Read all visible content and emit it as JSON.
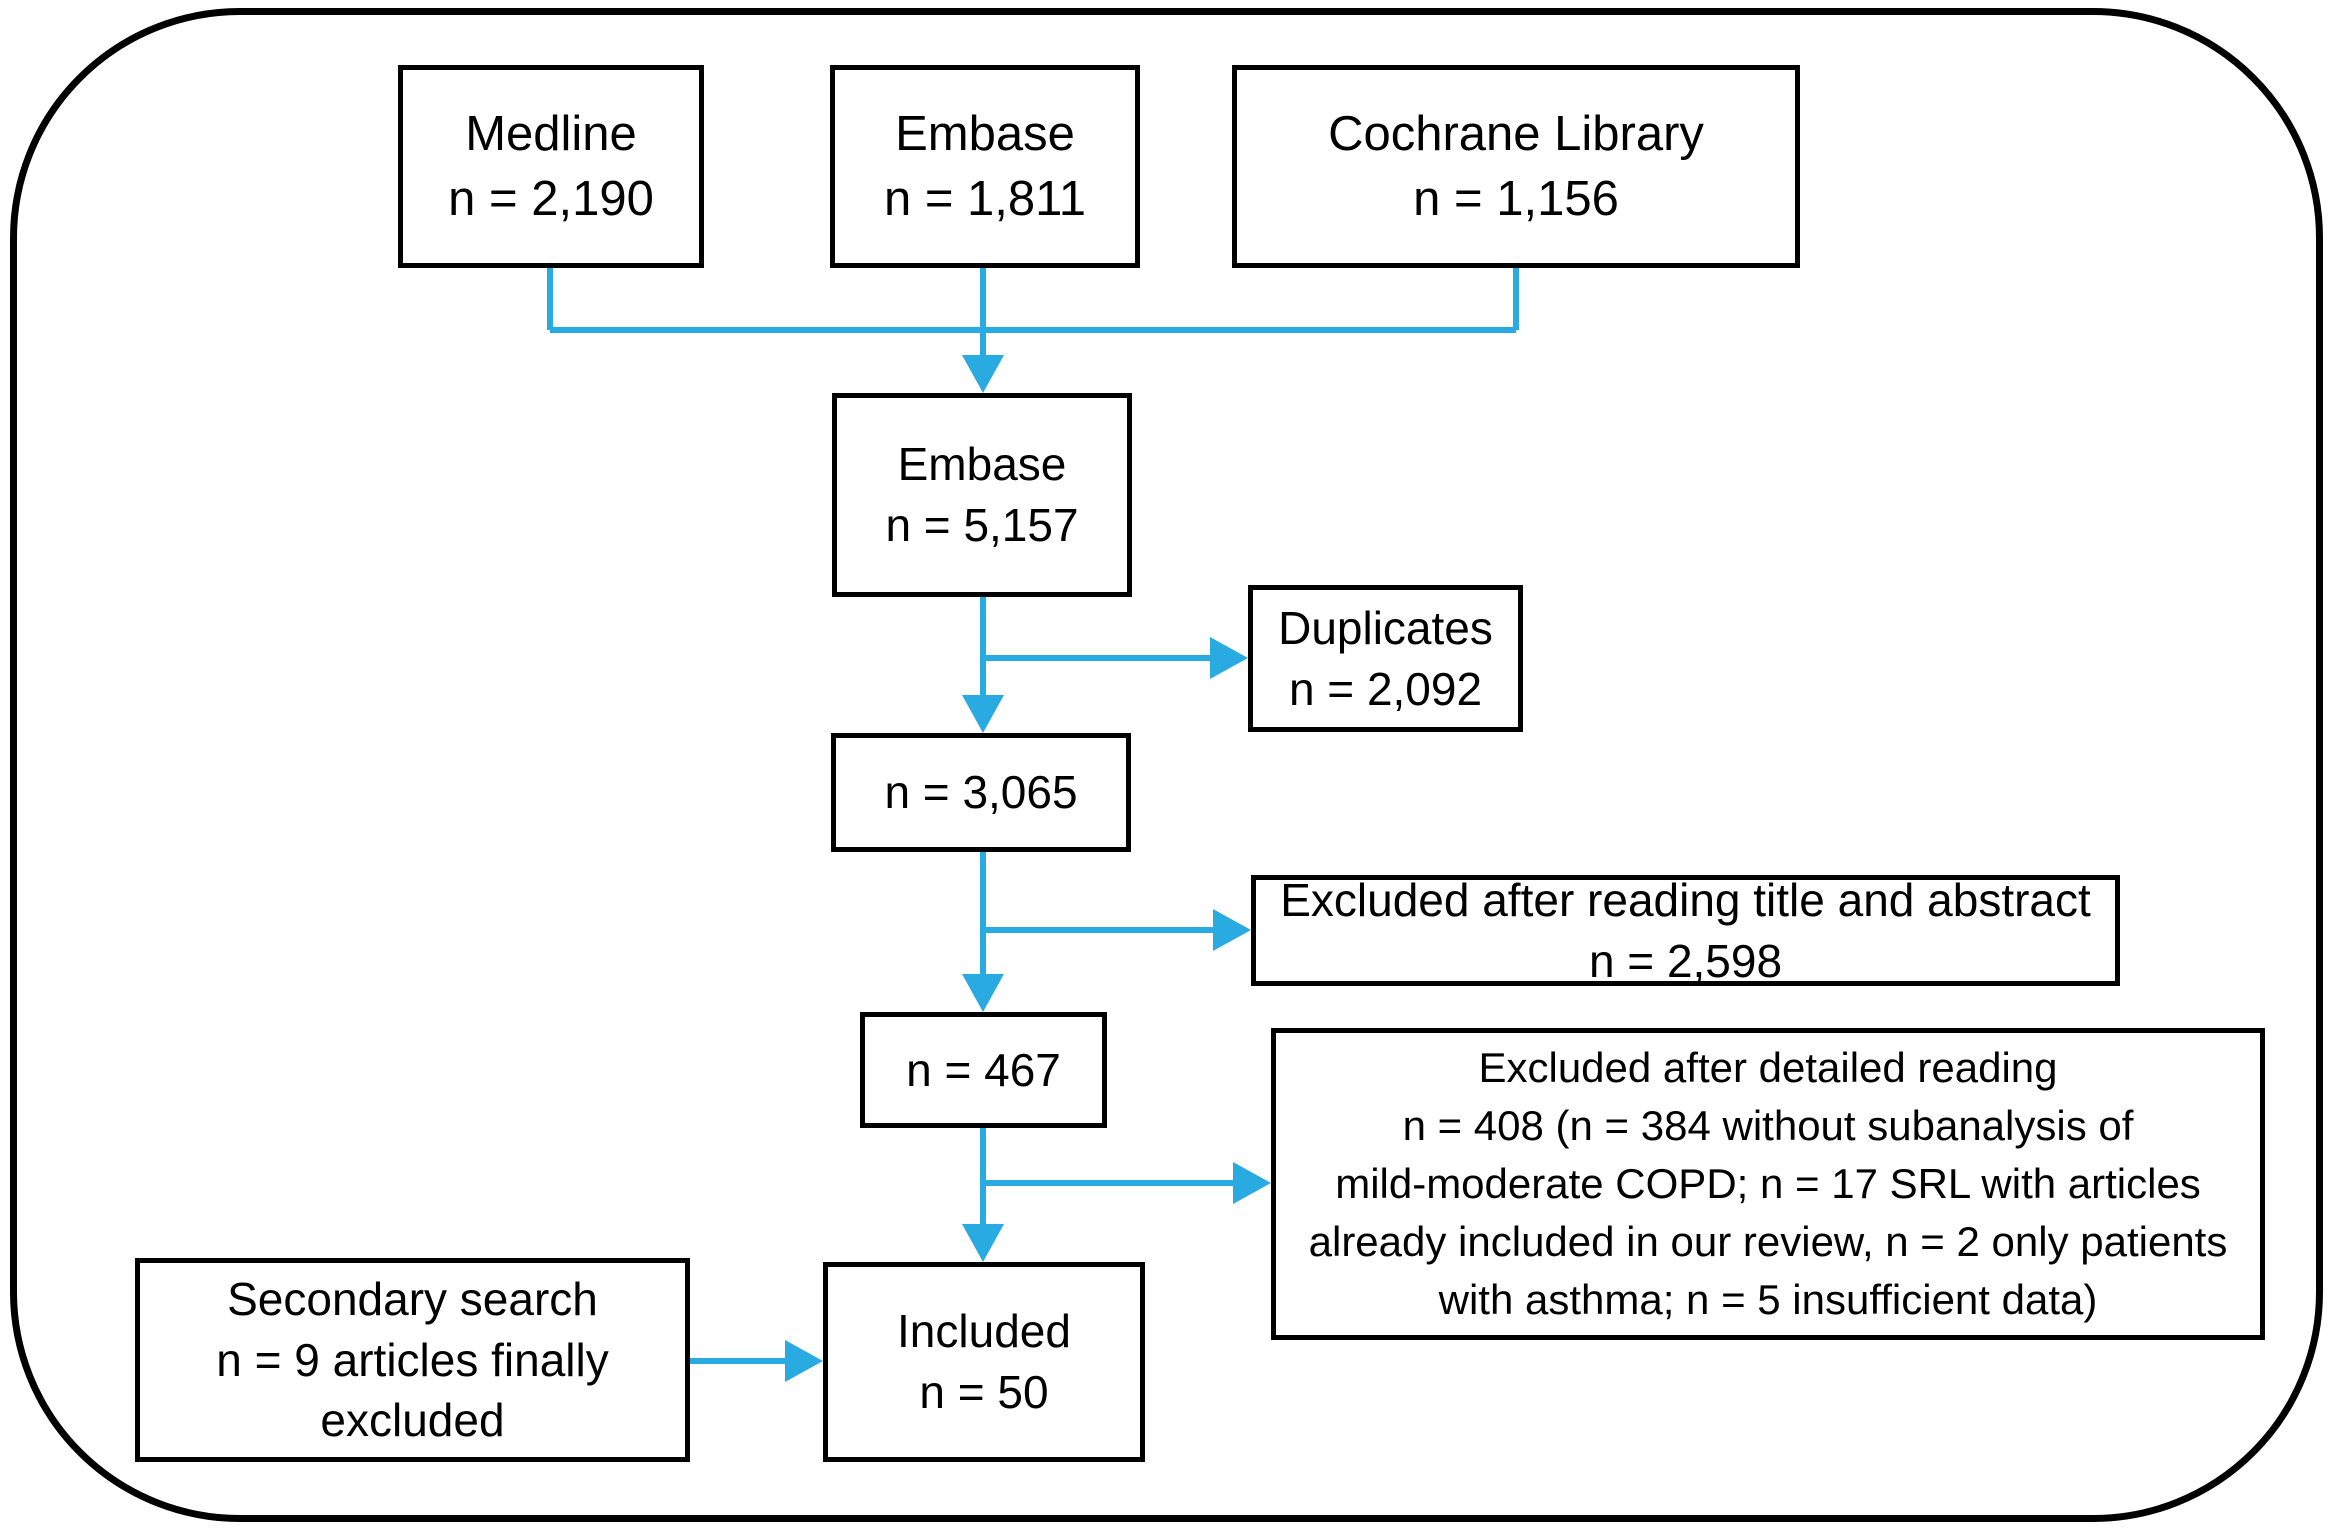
{
  "colors": {
    "arrow": "#29ABE2",
    "box_border": "#000000",
    "background": "#FFFFFF"
  },
  "nodes": {
    "medline": {
      "label": "Medline",
      "count": "n = 2,190"
    },
    "embase_source": {
      "label": "Embase",
      "count": "n = 1,811"
    },
    "cochrane": {
      "label": "Cochrane Library",
      "count": "n = 1,156"
    },
    "pooled": {
      "label": "Embase",
      "count": "n = 5,157"
    },
    "duplicates": {
      "label": "Duplicates",
      "count": "n = 2,092"
    },
    "after_duplicates": {
      "count": "n = 3,065"
    },
    "excluded_title_abstract": {
      "label": "Excluded after reading title and abstract",
      "count": "n = 2,598"
    },
    "full_text": {
      "count": "n = 467"
    },
    "excluded_detailed": {
      "lines": [
        "Excluded after detailed reading",
        "n = 408 (n = 384 without subanalysis of",
        "mild-moderate COPD; n = 17 SRL with articles",
        "already included in our review, n = 2 only patients",
        "with asthma; n = 5 insufficient data)"
      ]
    },
    "secondary_search": {
      "lines": [
        "Secondary search",
        "n = 9 articles finally",
        "excluded"
      ]
    },
    "included": {
      "label": "Included",
      "count": "n = 50"
    }
  },
  "edges": [
    {
      "from": "medline",
      "to": "pooled"
    },
    {
      "from": "embase_source",
      "to": "pooled"
    },
    {
      "from": "cochrane",
      "to": "pooled"
    },
    {
      "from": "pooled",
      "to": "duplicates"
    },
    {
      "from": "pooled",
      "to": "after_duplicates"
    },
    {
      "from": "after_duplicates",
      "to": "excluded_title_abstract"
    },
    {
      "from": "after_duplicates",
      "to": "full_text"
    },
    {
      "from": "full_text",
      "to": "excluded_detailed"
    },
    {
      "from": "full_text",
      "to": "included"
    },
    {
      "from": "secondary_search",
      "to": "included"
    }
  ]
}
